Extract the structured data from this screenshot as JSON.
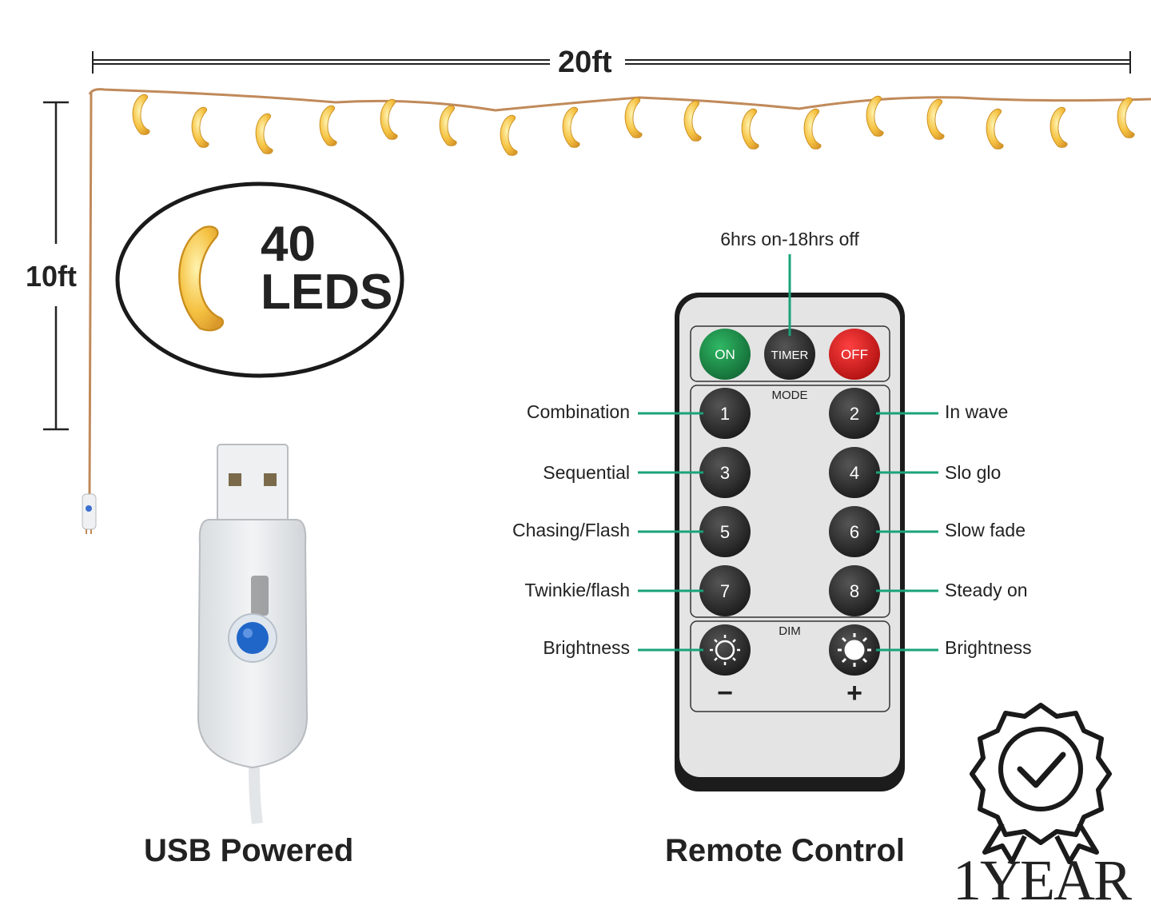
{
  "dimensions": {
    "width_label": "20ft",
    "height_label": "10ft"
  },
  "badge": {
    "count": "40",
    "unit": "LEDS"
  },
  "remote": {
    "timer_note": "6hrs on-18hrs off",
    "power_buttons": {
      "on": "ON",
      "timer": "TIMER",
      "off": "OFF"
    },
    "mode_label": "MODE",
    "dim_label": "DIM",
    "mode_buttons": [
      "1",
      "2",
      "3",
      "4",
      "5",
      "6",
      "7",
      "8"
    ],
    "dim_minus": "−",
    "dim_plus": "+",
    "left_labels": [
      "Combination",
      "Sequential",
      "Chasing/Flash",
      "Twinkie/flash",
      "Brightness"
    ],
    "right_labels": [
      "In wave",
      "Slo glo",
      "Slow fade",
      "Steady on",
      "Brightness"
    ]
  },
  "captions": {
    "usb": "USB Powered",
    "remote": "Remote Control"
  },
  "warranty": {
    "label": "1YEAR"
  },
  "colors": {
    "accent_line": "#1aa37a",
    "on_button": "#1e8a4a",
    "off_button": "#d81e1e",
    "dark_button": "#2b2b2b",
    "moon": "#f5c242",
    "wire": "#c08a5a"
  },
  "icons": [
    "moon-icon",
    "usb-plug-icon",
    "sun-dim-icon",
    "sun-bright-icon",
    "rosette-check-icon"
  ]
}
